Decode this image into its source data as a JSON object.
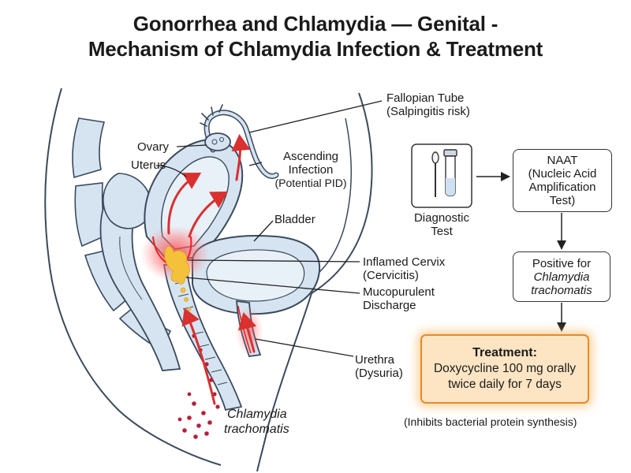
{
  "title": {
    "line1": "Gonorrhea and Chlamydia — Genital -",
    "line2": "Mechanism of Chlamydia Infection & Treatment"
  },
  "anatomy_labels": {
    "fallopian_tube": "Fallopian Tube",
    "fallopian_tube_note": "(Salpingitis risk)",
    "ovary": "Ovary",
    "uterus": "Uterus",
    "ascending_line1": "Ascending",
    "ascending_line2": "Infection",
    "ascending_note": "(Potential PID)",
    "bladder": "Bladder",
    "cervix": "Inflamed Cervix",
    "cervix_note": "(Cervicitis)",
    "discharge_line1": "Mucopurulent",
    "discharge_line2": "Discharge",
    "urethra": "Urethra",
    "urethra_note": "(Dysuria)",
    "pathogen_line1": "Chlamydia",
    "pathogen_line2": "trachomatis"
  },
  "flow": {
    "diagnostic_line1": "Diagnostic",
    "diagnostic_line2": "Test",
    "naat_line1": "NAAT",
    "naat_line2": "(Nucleic Acid",
    "naat_line3": "Amplification",
    "naat_line4": "Test)",
    "positive_line1": "Positive for",
    "positive_line2": "Chlamydia",
    "positive_line3": "trachomatis",
    "treatment_heading": "Treatment:",
    "treatment_line1": "Doxycycline 100 mg orally",
    "treatment_line2": "twice daily for 7 days",
    "mechanism_note": "(Inhibits bacterial protein synthesis)"
  },
  "colors": {
    "tissue_fill": "#d6e4f2",
    "outline": "#3a4a5c",
    "infection_red": "#d93030",
    "discharge_yellow": "#f4c23a",
    "treatment_border": "#e48a2e",
    "treatment_fill": "#fde5c3"
  }
}
